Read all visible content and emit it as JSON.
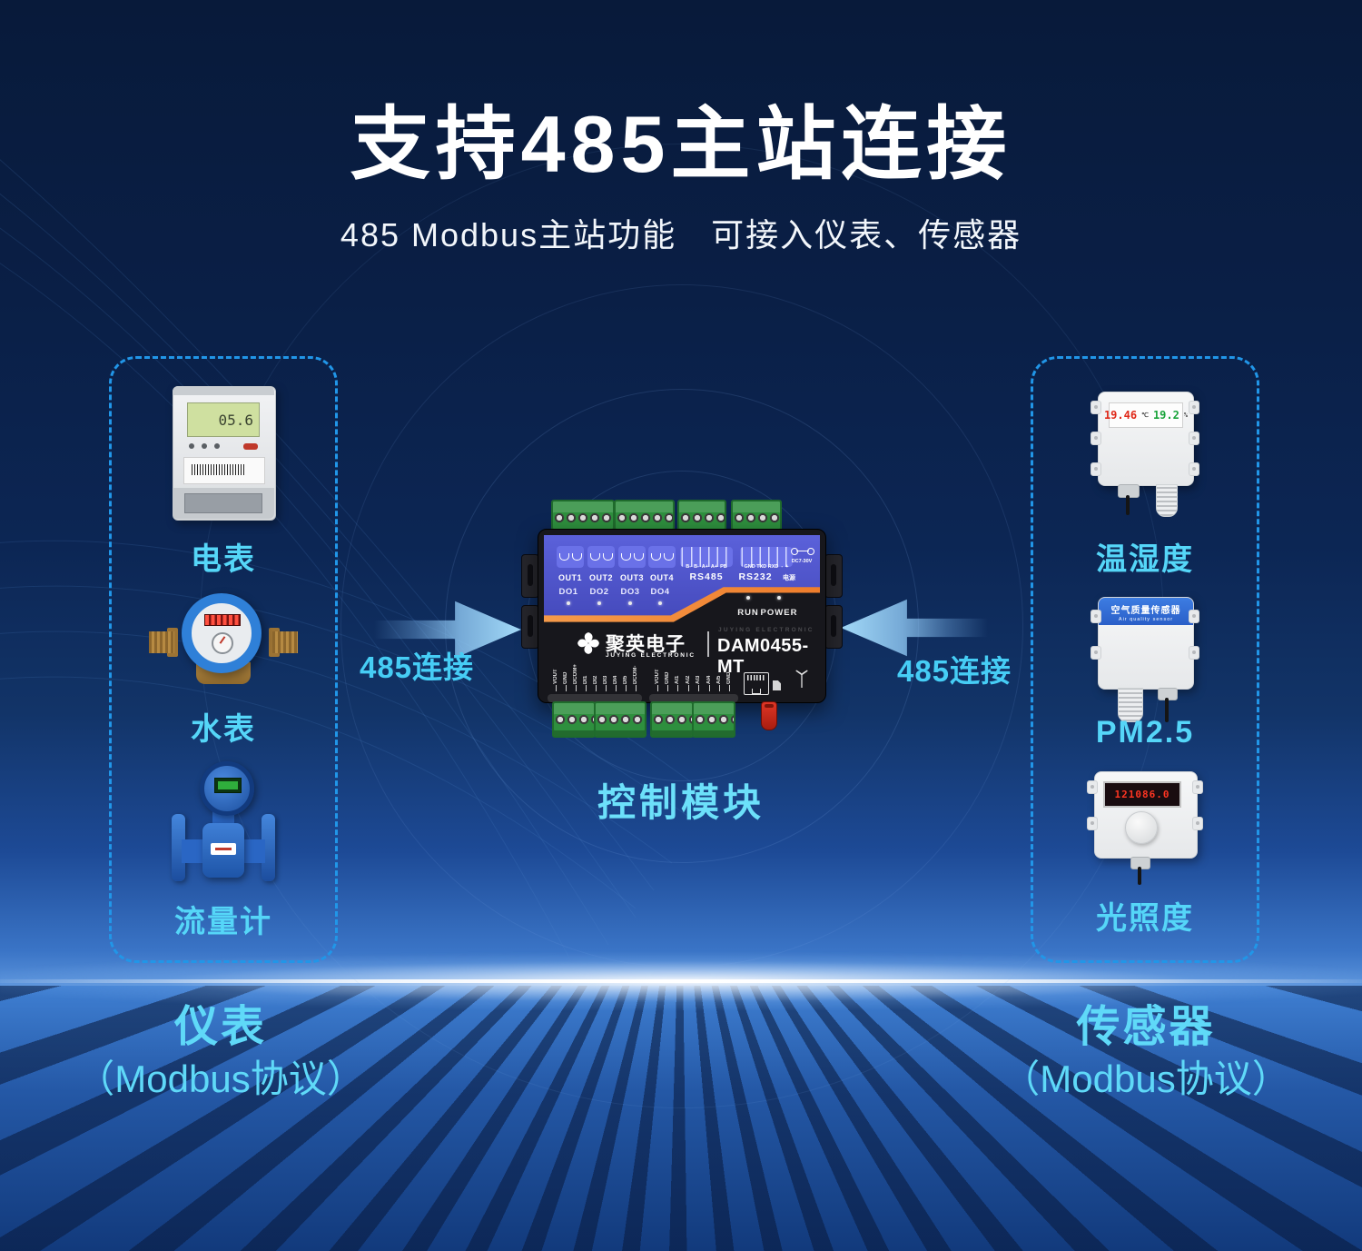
{
  "title": "支持485主站连接",
  "subtitle": "485 Modbus主站功能　可接入仪表、传感器",
  "left_panel": {
    "items": [
      {
        "label": "电表"
      },
      {
        "label": "水表"
      },
      {
        "label": "流量计"
      }
    ],
    "footer_title": "仪表",
    "footer_subtitle": "（Modbus协议）"
  },
  "right_panel": {
    "items": [
      {
        "label": "温湿度"
      },
      {
        "label": "PM2.5"
      },
      {
        "label": "光照度"
      }
    ],
    "footer_title": "传感器",
    "footer_subtitle": "（Modbus协议）"
  },
  "connections": {
    "left_arrow_label": "485连接",
    "right_arrow_label": "485连接"
  },
  "device": {
    "caption": "控制模块",
    "brand": "聚英电子",
    "brand_en": "JUYING ELECTRONIC",
    "brand_en_ghost": "JUYING ELECTRONIC",
    "model": "DAM0455-MT",
    "out_labels": [
      "OUT1",
      "OUT2",
      "OUT3",
      "OUT4"
    ],
    "do_labels": [
      "DO1",
      "DO2",
      "DO3",
      "DO4"
    ],
    "rs485_label": "RS485",
    "rs485_pins": "B-  B-  A+  A+  PB",
    "rs232_label": "RS232",
    "rs232_pins": "GND TXD RXD  -  +",
    "power_label": "电源",
    "dc_label": "DC7-30V",
    "run_label": "RUN",
    "power_led_label": "POWER",
    "left_pins": [
      "VOUT",
      "GND",
      "DCOM+",
      "DI1",
      "DI2",
      "DI3",
      "DI4",
      "DI5",
      "DCOM-"
    ],
    "right_pins": [
      "VOUT",
      "GND",
      "AI1",
      "AI2",
      "AI3",
      "AI4",
      "AI5",
      "GND"
    ]
  },
  "sensor_graphics": {
    "elec_meter_lcd": "05.6",
    "temp_value": "19.46",
    "temp_unit": "℃",
    "humidity_value": "19.2",
    "humidity_unit": "%",
    "pm_header": "空气质量传感器",
    "pm_header_en": "Air quality sensor",
    "light_display": "121086.0"
  },
  "colors": {
    "accent_cyan": "#55d6f8",
    "dashed_border": "#2196e8",
    "arrow_blue": "#9fd8f8",
    "device_panel_indigo": "#4d53c8",
    "device_orange": "#f28a3d",
    "terminal_green": "#2e8f3e",
    "background_top": "#081a3a",
    "horizon_glow": "#ffffff"
  }
}
